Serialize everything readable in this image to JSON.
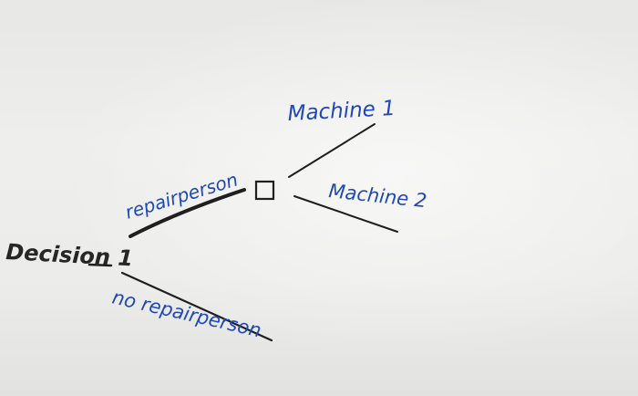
{
  "diagram": {
    "root_label": "Decision 1",
    "branches": [
      {
        "label": "repairperson",
        "sub_branches": [
          {
            "label": "Machine 1"
          },
          {
            "label": "Machine 2"
          }
        ]
      },
      {
        "label": "no repairperson"
      }
    ]
  },
  "colors": {
    "ink_black": "#1f1f1f",
    "ink_blue": "#2048b8",
    "paper": "#ececea"
  }
}
